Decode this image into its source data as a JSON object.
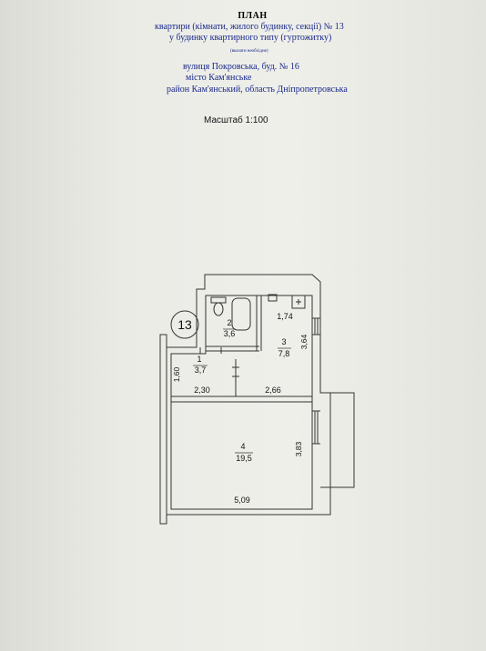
{
  "header": {
    "title": "ПЛАН",
    "line1": "квартири (кімнати, жилого будинку, секції)  № 13",
    "line2": "у будинку квартирного типу (гуртожитку)",
    "line3": "(вказати необхідне)",
    "street": "вулиця  Покровська, буд. № 16",
    "city": "місто  Кам'янське",
    "district": "район Кам'янський, область Дніпропетровська"
  },
  "scale": "Масштаб 1:100",
  "plan": {
    "apartment_number": "13",
    "rooms": [
      {
        "id": "1",
        "area": "3,7"
      },
      {
        "id": "2",
        "area": "3,6"
      },
      {
        "id": "3",
        "area": "7,8"
      },
      {
        "id": "4",
        "area": "19,5"
      }
    ],
    "dimensions": [
      "1,74",
      "3,64",
      "1,60",
      "2,30",
      "2,66",
      "3,83",
      "5,09"
    ]
  },
  "colors": {
    "header_text": "#1a2a8a",
    "lines": "#333333"
  }
}
